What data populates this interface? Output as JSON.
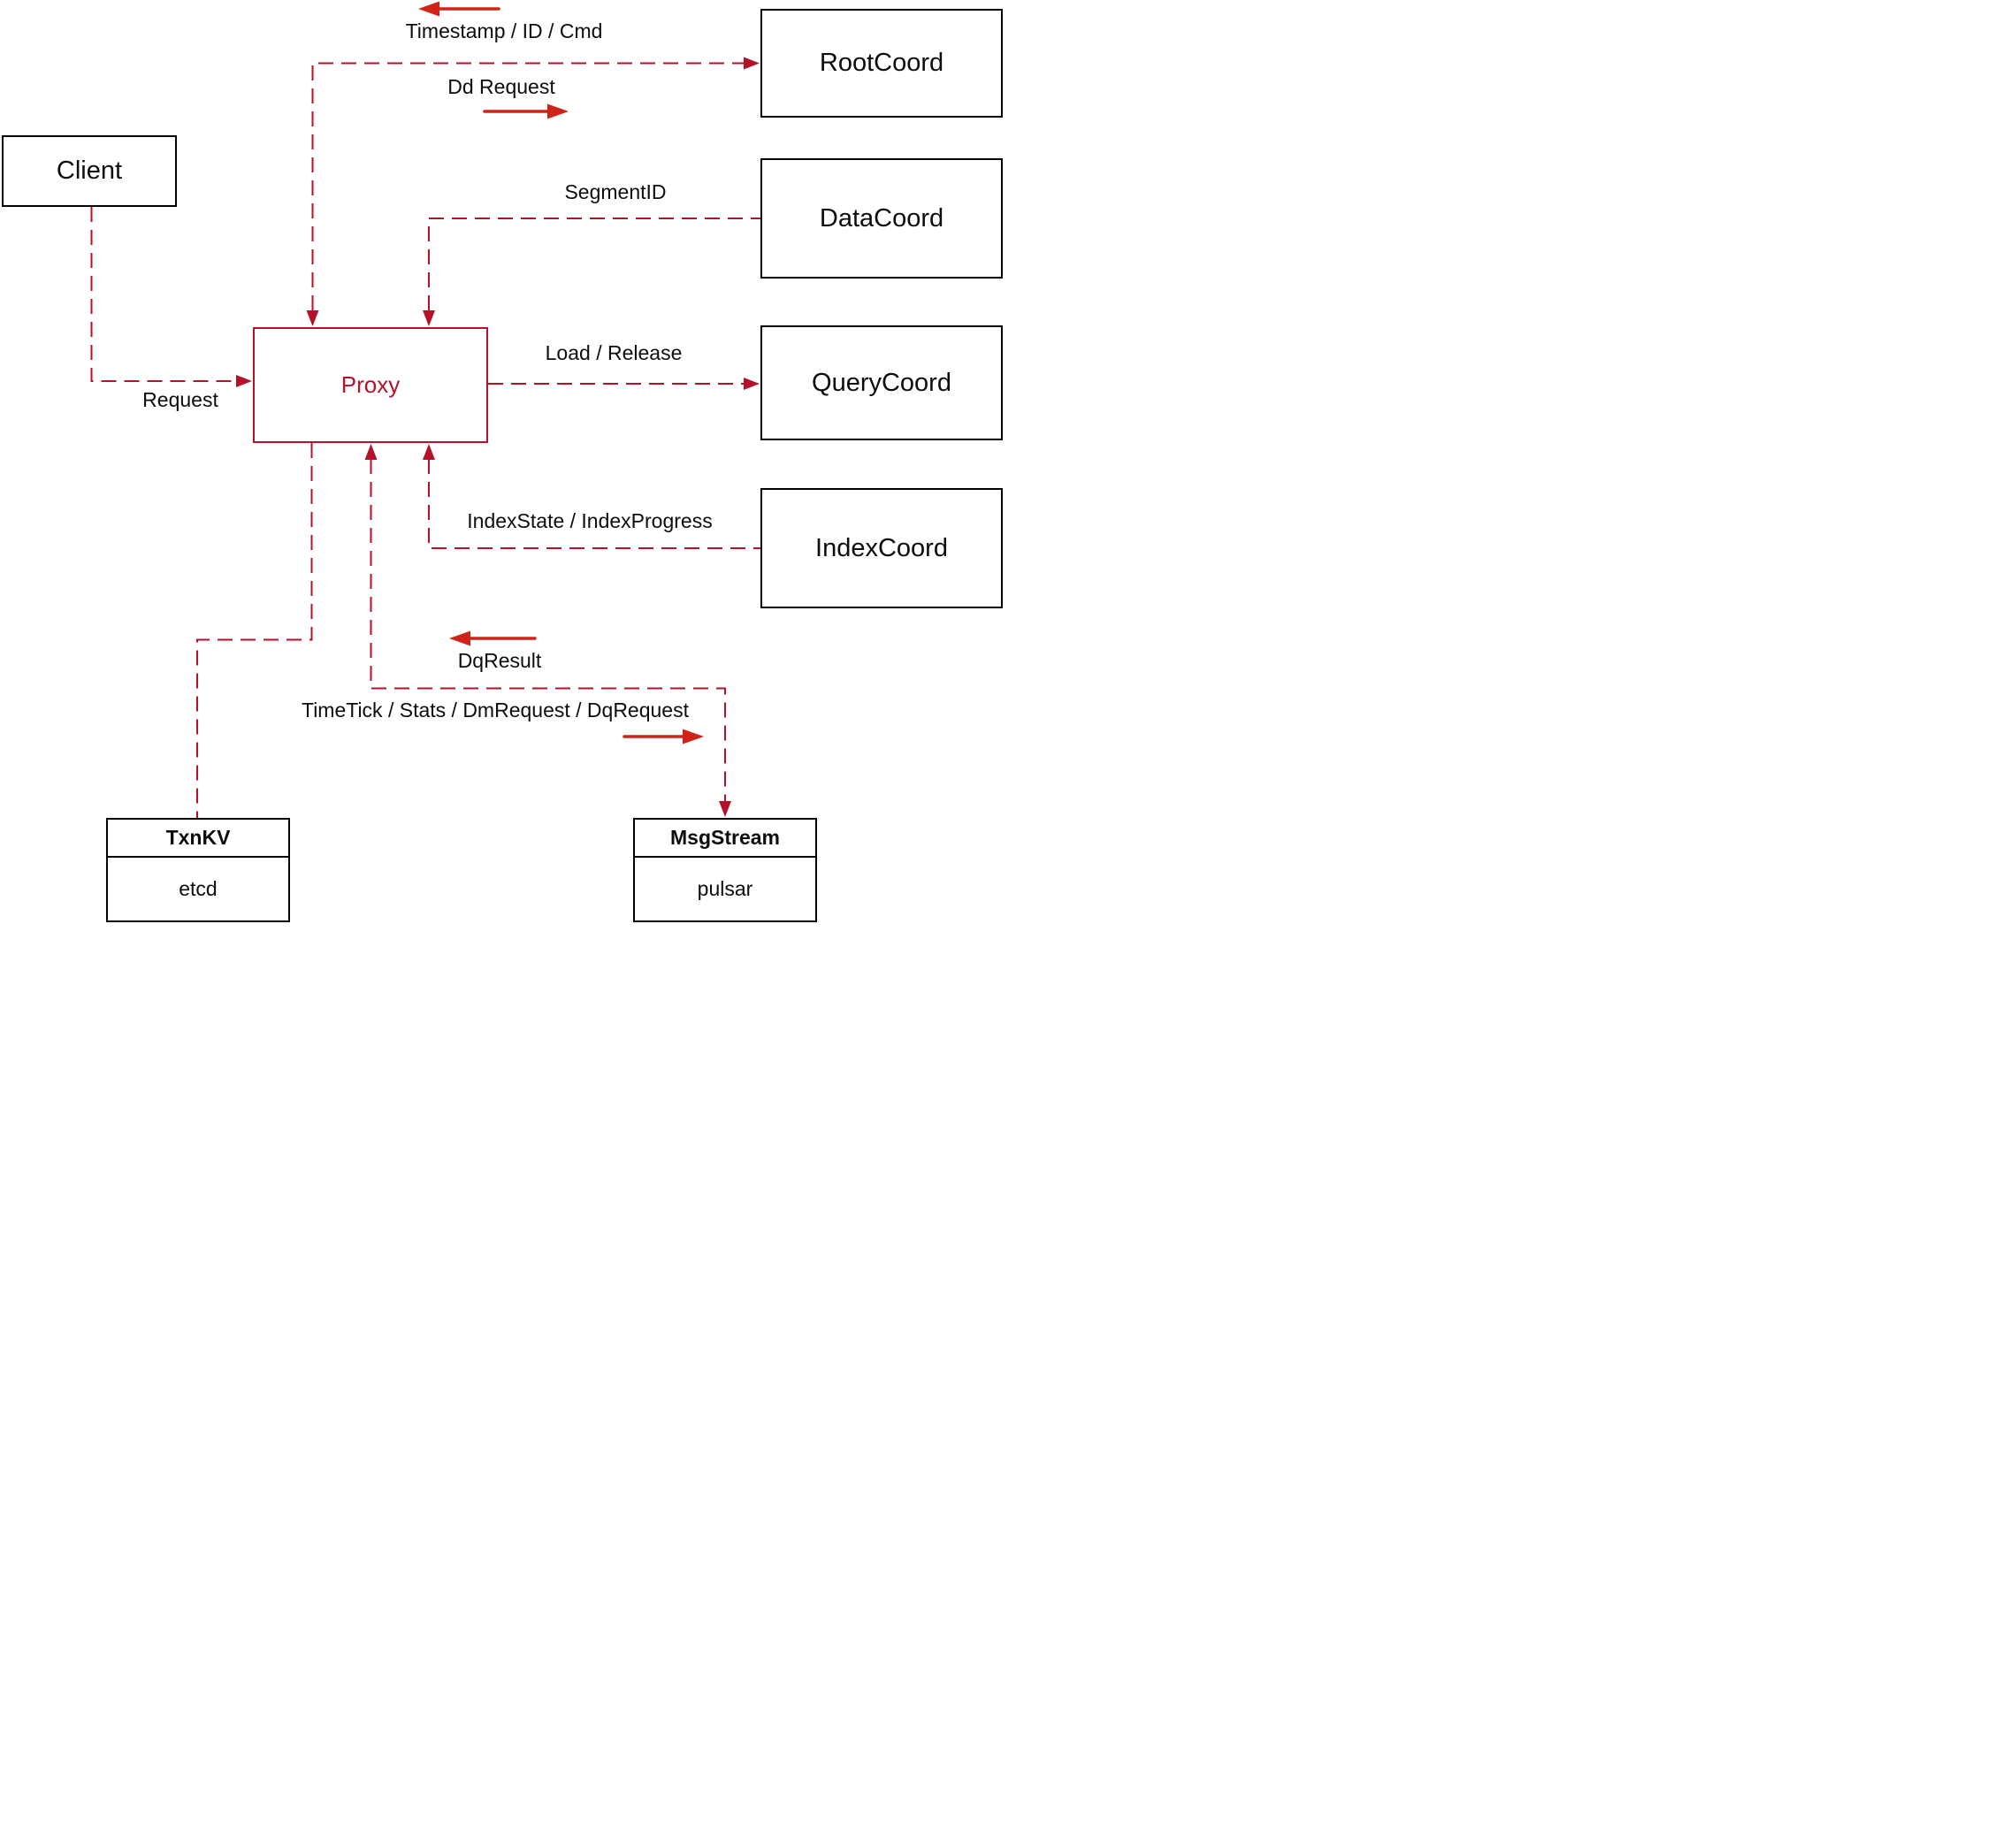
{
  "diagram": {
    "nodes": {
      "client": {
        "label": "Client"
      },
      "rootcoord": {
        "label": "RootCoord"
      },
      "datacoord": {
        "label": "DataCoord"
      },
      "querycoord": {
        "label": "QueryCoord"
      },
      "indexcoord": {
        "label": "IndexCoord"
      },
      "proxy": {
        "label": "Proxy"
      },
      "txnkv": {
        "title": "TxnKV",
        "subtitle": "etcd"
      },
      "msgstream": {
        "title": "MsgStream",
        "subtitle": "pulsar"
      }
    },
    "edge_labels": {
      "timestamp_id_cmd": "Timestamp / ID / Cmd",
      "dd_request": "Dd Request",
      "segment_id": "SegmentID",
      "request": "Request",
      "load_release": "Load / Release",
      "index_state": "IndexState / IndexProgress",
      "dq_result": "DqResult",
      "timetick": "TimeTick / Stats / DmRequest / DqRequest"
    },
    "colors": {
      "dashed_line": "#b5112b",
      "solid_arrow": "#cf2318",
      "node_border": "#000000",
      "label_text": "#0d0d0d",
      "background": "#ffffff"
    }
  }
}
